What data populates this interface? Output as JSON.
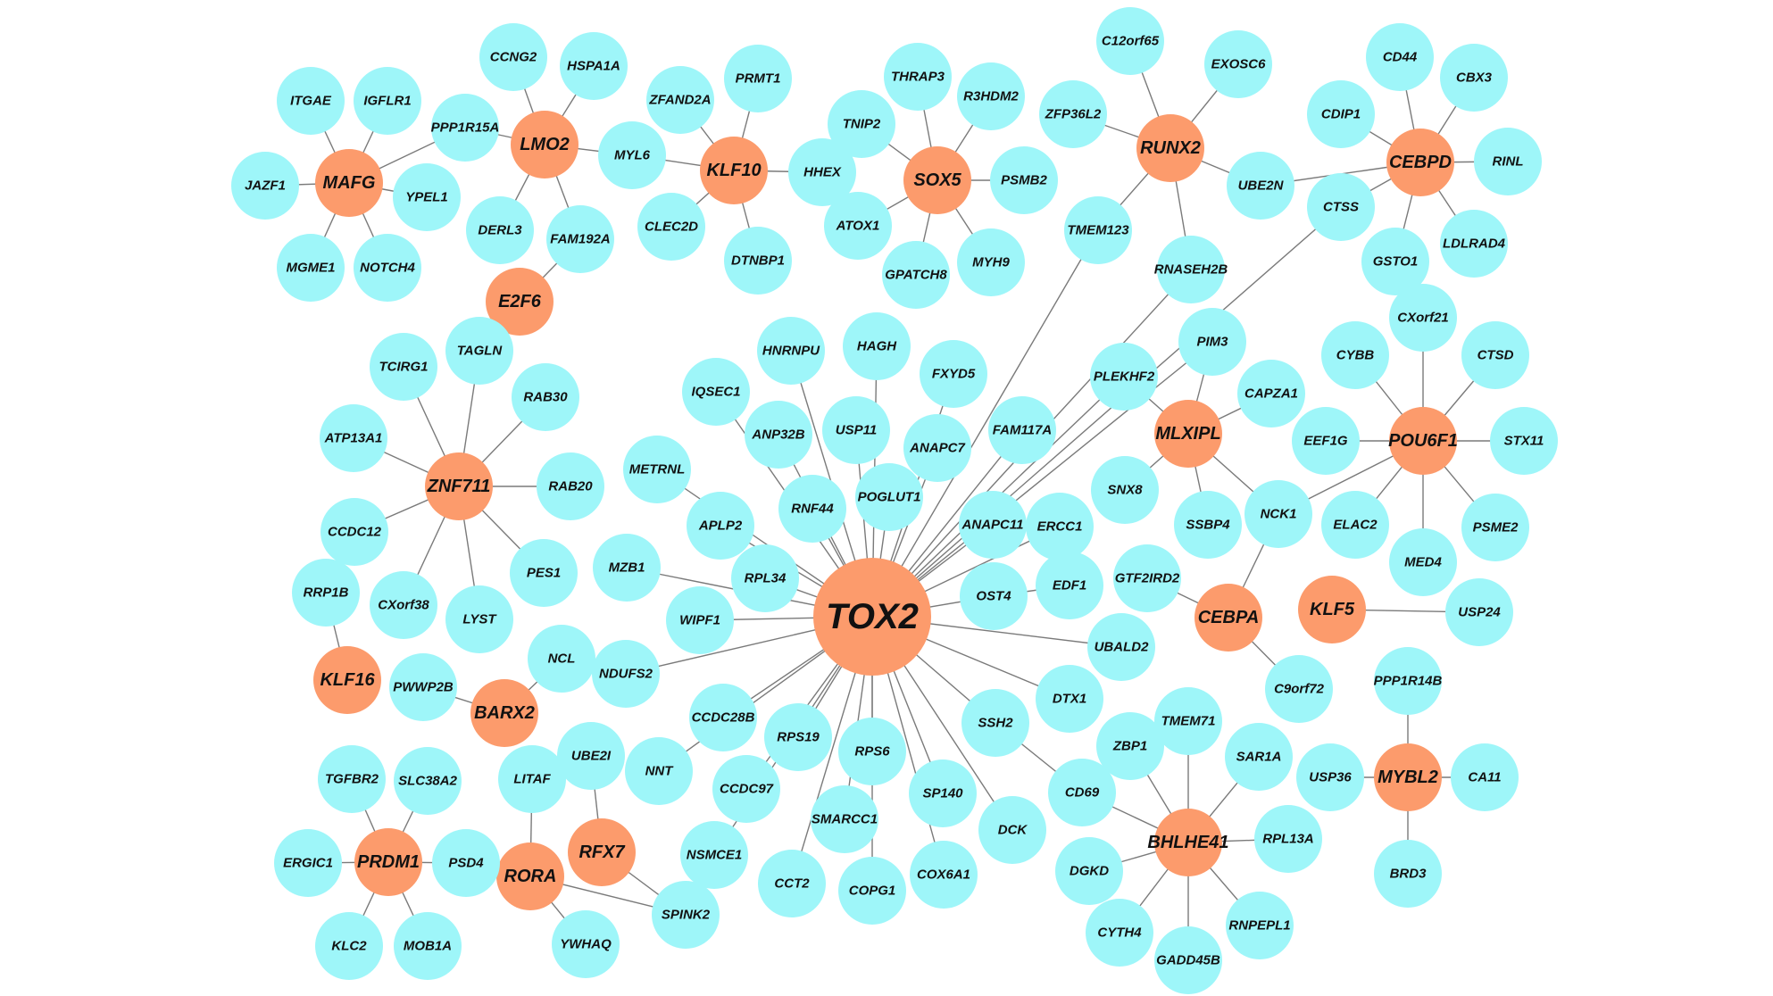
{
  "colors": {
    "target_node": "#9ef6f9",
    "regulator_node": "#fc9b6c",
    "edge": "#7a7a7a"
  },
  "hub": "TOX2",
  "regulators": [
    "TOX2",
    "MAFG",
    "LMO2",
    "KLF10",
    "SOX5",
    "RUNX2",
    "CEBPD",
    "E2F6",
    "ZNF711",
    "MLXIPL",
    "POU6F1",
    "CEBPA",
    "KLF5",
    "KLF16",
    "BARX2",
    "PRDM1",
    "RORA",
    "RFX7",
    "MYBL2",
    "BHLHE41"
  ],
  "nodes": [
    "TOX2",
    "MAFG",
    "ITGAE",
    "IGFLR1",
    "PPP1R15A",
    "JAZF1",
    "YPEL1",
    "MGME1",
    "NOTCH4",
    "LMO2",
    "CCNG2",
    "HSPA1A",
    "MYL6",
    "DERL3",
    "FAM192A",
    "E2F6",
    "KLF10",
    "ZFAND2A",
    "PRMT1",
    "HHEX",
    "CLEC2D",
    "DTNBP1",
    "SOX5",
    "THRAP3",
    "R3HDM2",
    "TNIP2",
    "PSMB2",
    "ATOX1",
    "GPATCH8",
    "MYH9",
    "RUNX2",
    "C12orf65",
    "EXOSC6",
    "ZFP36L2",
    "UBE2N",
    "TMEM123",
    "RNASEH2B",
    "CEBPD",
    "CD44",
    "CBX3",
    "CDIP1",
    "RINL",
    "CTSS",
    "LDLRAD4",
    "GSTO1",
    "ZNF711",
    "TAGLN",
    "TCIRG1",
    "RAB30",
    "ATP13A1",
    "RAB20",
    "CCDC12",
    "PES1",
    "CXorf38",
    "LYST",
    "RRP1B",
    "KLF16",
    "PWWP2B",
    "BARX2",
    "NCL",
    "NDUFS2",
    "HNRNPU",
    "HAGH",
    "IQSEC1",
    "FXYD5",
    "ANP32B",
    "USP11",
    "ANAPC7",
    "METRNL",
    "POGLUT1",
    "RNF44",
    "APLP2",
    "MZB1",
    "RPL34",
    "WIPF1",
    "PLEKHF2",
    "PIM3",
    "FAM117A",
    "MLXIPL",
    "CAPZA1",
    "SNX8",
    "SSBP4",
    "ANAPC11",
    "ERCC1",
    "NCK1",
    "OST4",
    "EDF1",
    "GTF2IRD2",
    "CEBPA",
    "UBALD2",
    "C9orf72",
    "DTX1",
    "POU6F1",
    "CXorf21",
    "CYBB",
    "CTSD",
    "EEF1G",
    "STX11",
    "ELAC2",
    "PSME2",
    "MED4",
    "KLF5",
    "USP24",
    "CCDC28B",
    "RPS19",
    "RPS6",
    "NNT",
    "CCDC97",
    "SP140",
    "SMARCC1",
    "NSMCE1",
    "DCK",
    "COX6A1",
    "CCT2",
    "COPG1",
    "SSH2",
    "UBE2I",
    "LITAF",
    "RFX7",
    "RORA",
    "SPINK2",
    "YWHAQ",
    "PRDM1",
    "TGFBR2",
    "SLC38A2",
    "ERGIC1",
    "PSD4",
    "KLC2",
    "MOB1A",
    "CD69",
    "ZBP1",
    "TMEM71",
    "SAR1A",
    "BHLHE41",
    "RPL13A",
    "DGKD",
    "CYTH4",
    "GADD45B",
    "RNPEPL1",
    "PPP1R14B",
    "USP36",
    "MYBL2",
    "CA11",
    "BRD3"
  ],
  "edges": [
    [
      "MAFG",
      "ITGAE"
    ],
    [
      "MAFG",
      "IGFLR1"
    ],
    [
      "MAFG",
      "PPP1R15A"
    ],
    [
      "MAFG",
      "JAZF1"
    ],
    [
      "MAFG",
      "YPEL1"
    ],
    [
      "MAFG",
      "MGME1"
    ],
    [
      "MAFG",
      "NOTCH4"
    ],
    [
      "LMO2",
      "CCNG2"
    ],
    [
      "LMO2",
      "HSPA1A"
    ],
    [
      "LMO2",
      "PPP1R15A"
    ],
    [
      "LMO2",
      "MYL6"
    ],
    [
      "LMO2",
      "DERL3"
    ],
    [
      "LMO2",
      "FAM192A"
    ],
    [
      "FAM192A",
      "E2F6"
    ],
    [
      "KLF10",
      "ZFAND2A"
    ],
    [
      "KLF10",
      "PRMT1"
    ],
    [
      "KLF10",
      "MYL6"
    ],
    [
      "KLF10",
      "HHEX"
    ],
    [
      "KLF10",
      "CLEC2D"
    ],
    [
      "KLF10",
      "DTNBP1"
    ],
    [
      "SOX5",
      "THRAP3"
    ],
    [
      "SOX5",
      "R3HDM2"
    ],
    [
      "SOX5",
      "TNIP2"
    ],
    [
      "SOX5",
      "PSMB2"
    ],
    [
      "SOX5",
      "ATOX1"
    ],
    [
      "SOX5",
      "GPATCH8"
    ],
    [
      "SOX5",
      "MYH9"
    ],
    [
      "RUNX2",
      "C12orf65"
    ],
    [
      "RUNX2",
      "EXOSC6"
    ],
    [
      "RUNX2",
      "ZFP36L2"
    ],
    [
      "RUNX2",
      "UBE2N"
    ],
    [
      "RUNX2",
      "TMEM123"
    ],
    [
      "RUNX2",
      "RNASEH2B"
    ],
    [
      "CEBPD",
      "CD44"
    ],
    [
      "CEBPD",
      "CBX3"
    ],
    [
      "CEBPD",
      "CDIP1"
    ],
    [
      "CEBPD",
      "RINL"
    ],
    [
      "CEBPD",
      "UBE2N"
    ],
    [
      "CEBPD",
      "CTSS"
    ],
    [
      "CEBPD",
      "LDLRAD4"
    ],
    [
      "CEBPD",
      "GSTO1"
    ],
    [
      "ZNF711",
      "TAGLN"
    ],
    [
      "ZNF711",
      "TCIRG1"
    ],
    [
      "ZNF711",
      "RAB30"
    ],
    [
      "ZNF711",
      "ATP13A1"
    ],
    [
      "ZNF711",
      "RAB20"
    ],
    [
      "ZNF711",
      "CCDC12"
    ],
    [
      "ZNF711",
      "PES1"
    ],
    [
      "ZNF711",
      "CXorf38"
    ],
    [
      "ZNF711",
      "LYST"
    ],
    [
      "RRP1B",
      "KLF16"
    ],
    [
      "BARX2",
      "PWWP2B"
    ],
    [
      "BARX2",
      "NCL"
    ],
    [
      "TOX2",
      "TMEM123"
    ],
    [
      "TOX2",
      "RNASEH2B"
    ],
    [
      "TOX2",
      "CTSS"
    ],
    [
      "TOX2",
      "PIM3"
    ],
    [
      "TOX2",
      "PLEKHF2"
    ],
    [
      "TOX2",
      "FAM117A"
    ],
    [
      "TOX2",
      "HNRNPU"
    ],
    [
      "TOX2",
      "HAGH"
    ],
    [
      "TOX2",
      "IQSEC1"
    ],
    [
      "TOX2",
      "FXYD5"
    ],
    [
      "TOX2",
      "ANP32B"
    ],
    [
      "TOX2",
      "USP11"
    ],
    [
      "TOX2",
      "ANAPC7"
    ],
    [
      "TOX2",
      "METRNL"
    ],
    [
      "TOX2",
      "POGLUT1"
    ],
    [
      "TOX2",
      "RNF44"
    ],
    [
      "TOX2",
      "APLP2"
    ],
    [
      "TOX2",
      "MZB1"
    ],
    [
      "TOX2",
      "RPL34"
    ],
    [
      "TOX2",
      "WIPF1"
    ],
    [
      "TOX2",
      "NDUFS2"
    ],
    [
      "TOX2",
      "ANAPC11"
    ],
    [
      "TOX2",
      "ERCC1"
    ],
    [
      "TOX2",
      "OST4"
    ],
    [
      "TOX2",
      "UBALD2"
    ],
    [
      "TOX2",
      "DTX1"
    ],
    [
      "TOX2",
      "SSH2"
    ],
    [
      "TOX2",
      "DCK"
    ],
    [
      "TOX2",
      "SP140"
    ],
    [
      "TOX2",
      "COX6A1"
    ],
    [
      "TOX2",
      "RPS6"
    ],
    [
      "TOX2",
      "COPG1"
    ],
    [
      "TOX2",
      "SMARCC1"
    ],
    [
      "TOX2",
      "CCT2"
    ],
    [
      "TOX2",
      "NSMCE1"
    ],
    [
      "TOX2",
      "CCDC97"
    ],
    [
      "TOX2",
      "RPS19"
    ],
    [
      "TOX2",
      "NNT"
    ],
    [
      "TOX2",
      "CCDC28B"
    ],
    [
      "EDF1",
      "OST4"
    ],
    [
      "MLXIPL",
      "PIM3"
    ],
    [
      "MLXIPL",
      "PLEKHF2"
    ],
    [
      "MLXIPL",
      "CAPZA1"
    ],
    [
      "MLXIPL",
      "SNX8"
    ],
    [
      "MLXIPL",
      "SSBP4"
    ],
    [
      "MLXIPL",
      "NCK1"
    ],
    [
      "POU6F1",
      "CXorf21"
    ],
    [
      "POU6F1",
      "CYBB"
    ],
    [
      "POU6F1",
      "CTSD"
    ],
    [
      "POU6F1",
      "EEF1G"
    ],
    [
      "POU6F1",
      "STX11"
    ],
    [
      "POU6F1",
      "ELAC2"
    ],
    [
      "POU6F1",
      "PSME2"
    ],
    [
      "POU6F1",
      "MED4"
    ],
    [
      "POU6F1",
      "NCK1"
    ],
    [
      "CEBPA",
      "GTF2IRD2"
    ],
    [
      "CEBPA",
      "NCK1"
    ],
    [
      "CEBPA",
      "C9orf72"
    ],
    [
      "KLF5",
      "USP24"
    ],
    [
      "RORA",
      "LITAF"
    ],
    [
      "RORA",
      "SPINK2"
    ],
    [
      "RORA",
      "YWHAQ"
    ],
    [
      "RFX7",
      "UBE2I"
    ],
    [
      "RFX7",
      "SPINK2"
    ],
    [
      "PRDM1",
      "TGFBR2"
    ],
    [
      "PRDM1",
      "SLC38A2"
    ],
    [
      "PRDM1",
      "ERGIC1"
    ],
    [
      "PRDM1",
      "PSD4"
    ],
    [
      "PRDM1",
      "KLC2"
    ],
    [
      "PRDM1",
      "MOB1A"
    ],
    [
      "SSH2",
      "CD69"
    ],
    [
      "BHLHE41",
      "CD69"
    ],
    [
      "BHLHE41",
      "ZBP1"
    ],
    [
      "BHLHE41",
      "TMEM71"
    ],
    [
      "BHLHE41",
      "SAR1A"
    ],
    [
      "BHLHE41",
      "RPL13A"
    ],
    [
      "BHLHE41",
      "DGKD"
    ],
    [
      "BHLHE41",
      "CYTH4"
    ],
    [
      "BHLHE41",
      "GADD45B"
    ],
    [
      "BHLHE41",
      "RNPEPL1"
    ],
    [
      "MYBL2",
      "PPP1R14B"
    ],
    [
      "MYBL2",
      "USP36"
    ],
    [
      "MYBL2",
      "CA11"
    ],
    [
      "MYBL2",
      "BRD3"
    ]
  ]
}
